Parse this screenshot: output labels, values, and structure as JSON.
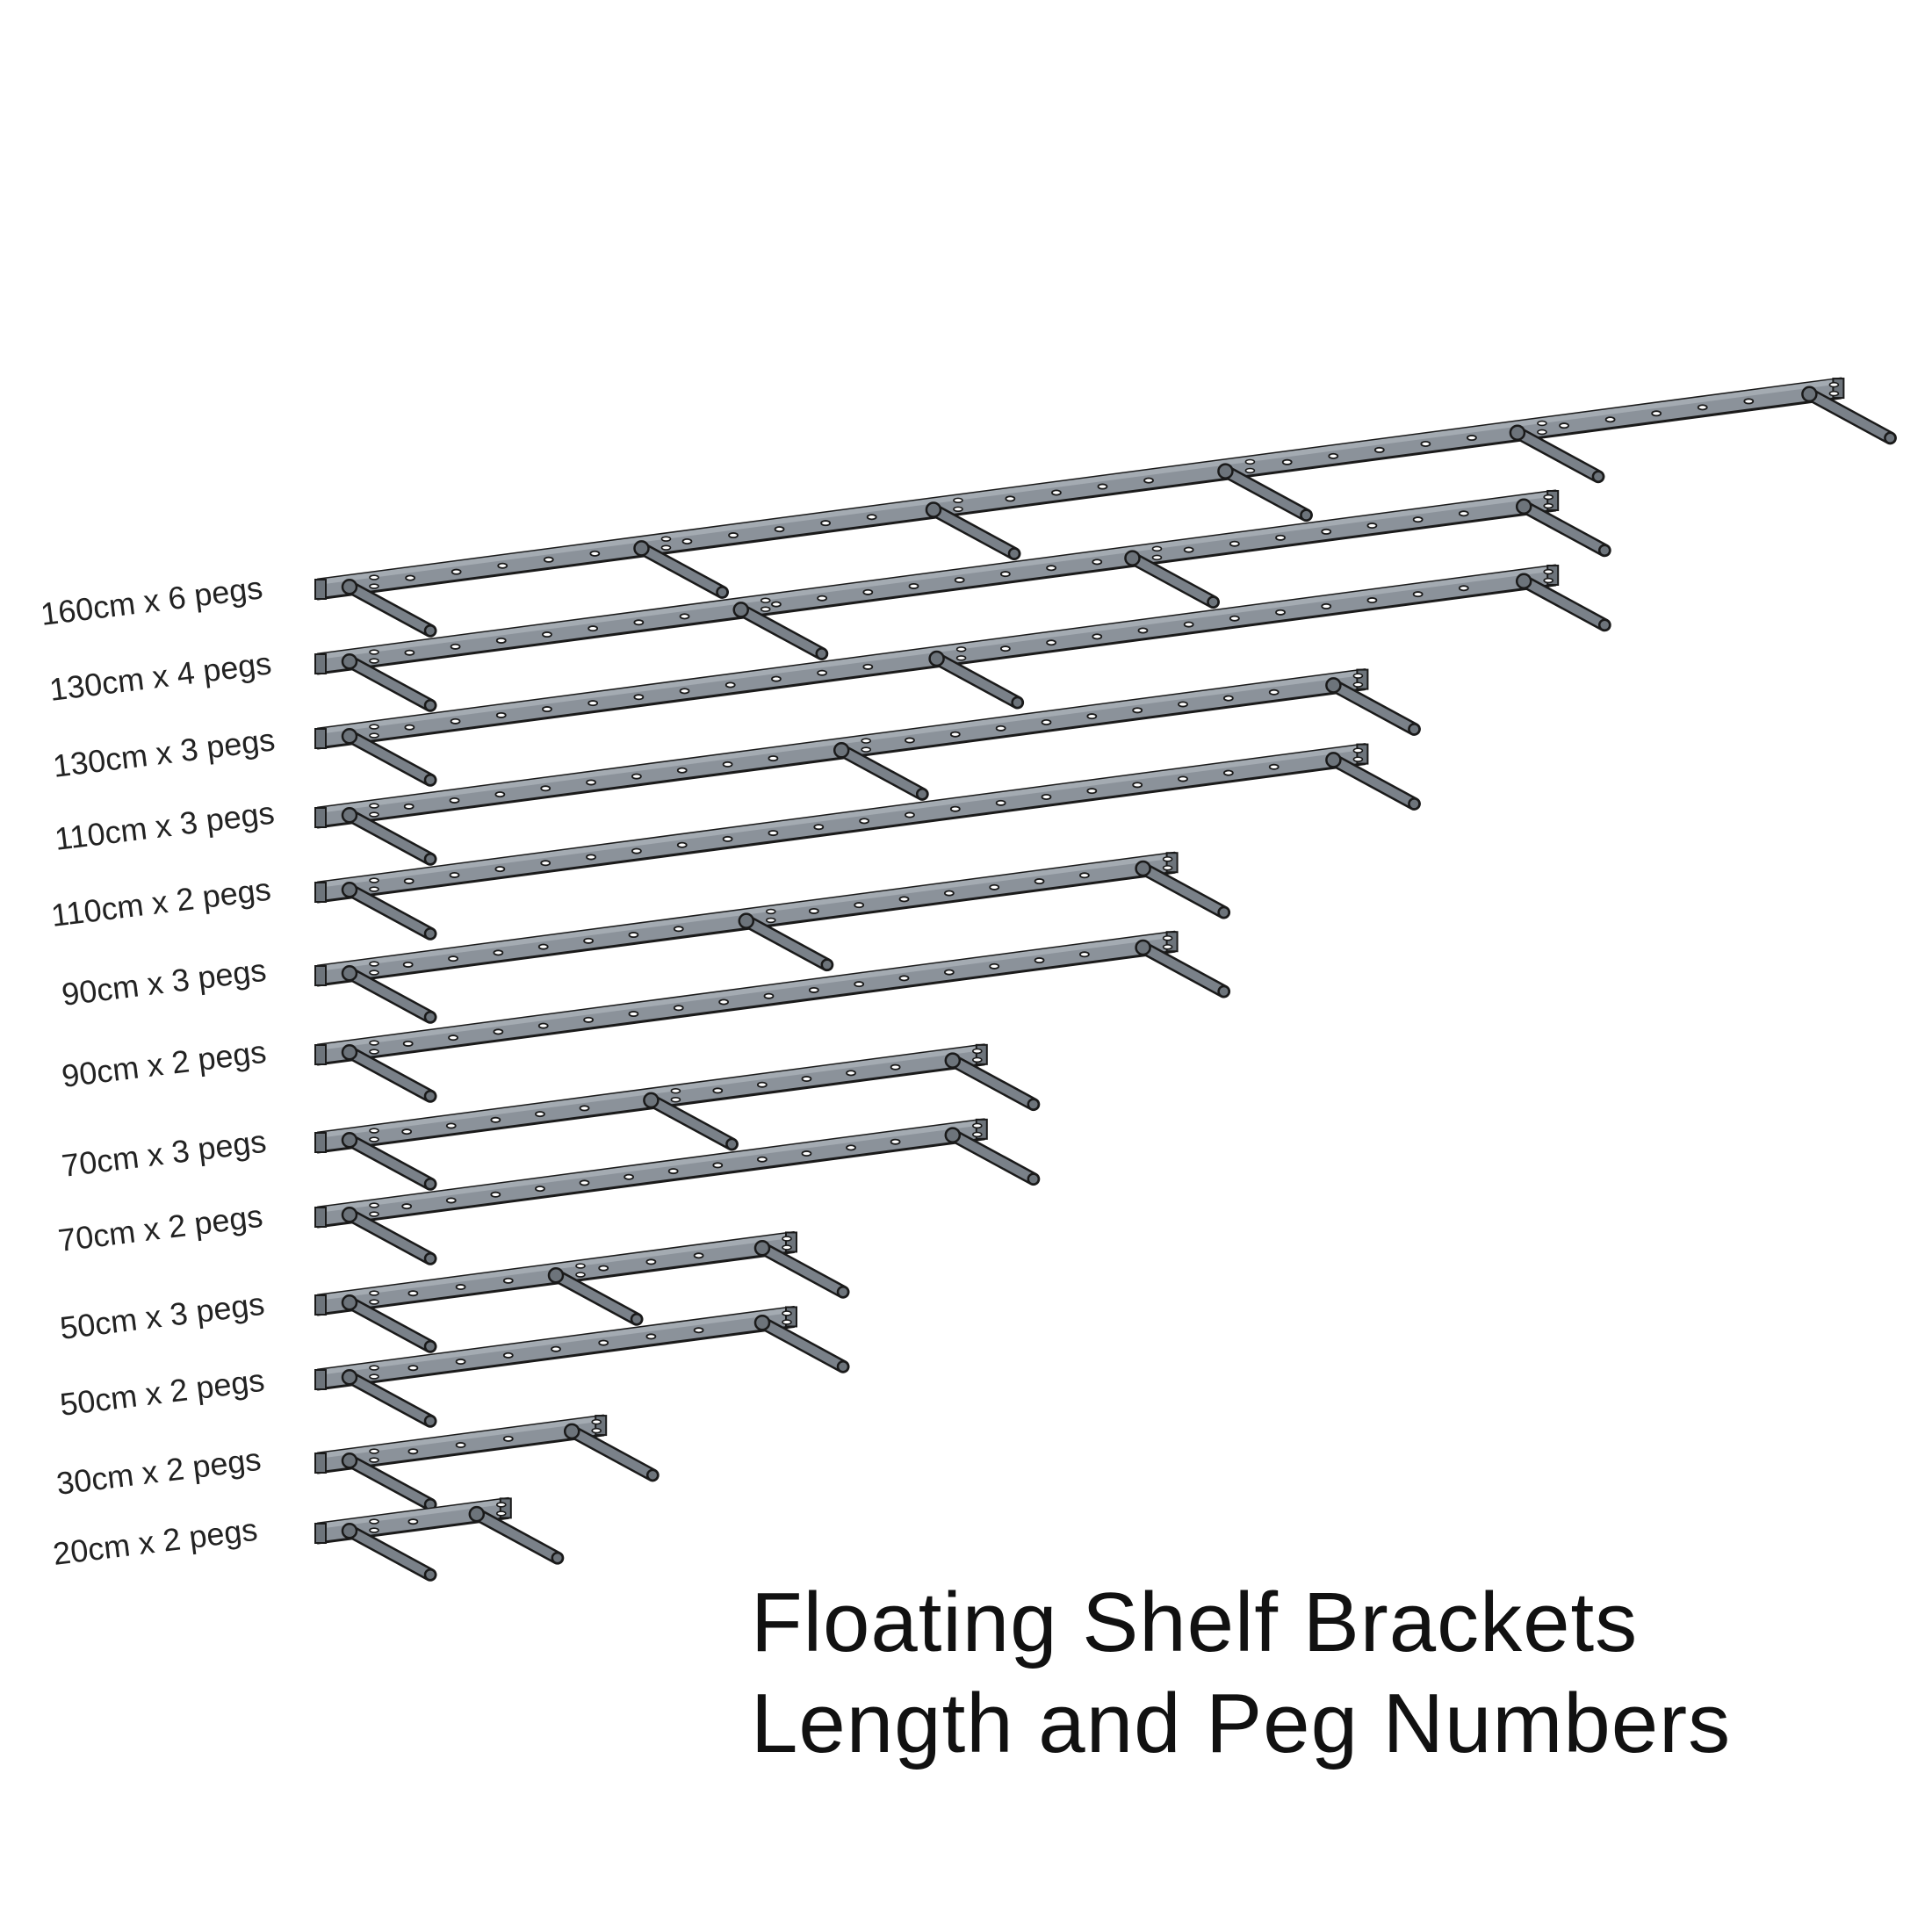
{
  "title": {
    "line1": "Floating Shelf Brackets",
    "line2": "Length and Peg Numbers"
  },
  "colors": {
    "bar": "#8b929a",
    "bar_top": "#a4abb2",
    "bar_end": "#6d747b",
    "outline": "#1a1a1a",
    "peg": "#7a8189",
    "hole": "#ffffff",
    "label": "#222222"
  },
  "brackets": [
    {
      "label": "160cm x 6 pegs",
      "length_cm": 160,
      "pegs": 6
    },
    {
      "label": "130cm x 4 pegs",
      "length_cm": 130,
      "pegs": 4
    },
    {
      "label": "130cm x 3 pegs",
      "length_cm": 130,
      "pegs": 3
    },
    {
      "label": "110cm x 3 pegs",
      "length_cm": 110,
      "pegs": 3
    },
    {
      "label": "110cm x 2 pegs",
      "length_cm": 110,
      "pegs": 2
    },
    {
      "label": "90cm x 3 pegs",
      "length_cm": 90,
      "pegs": 3
    },
    {
      "label": "90cm x 2 pegs",
      "length_cm": 90,
      "pegs": 2
    },
    {
      "label": "70cm x 3 pegs",
      "length_cm": 70,
      "pegs": 3
    },
    {
      "label": "70cm x 2 pegs",
      "length_cm": 70,
      "pegs": 2
    },
    {
      "label": "50cm x 3 pegs",
      "length_cm": 50,
      "pegs": 3
    },
    {
      "label": "50cm x 2 pegs",
      "length_cm": 50,
      "pegs": 2
    },
    {
      "label": "30cm x 2 pegs",
      "length_cm": 30,
      "pegs": 2
    },
    {
      "label": "20cm x 2 pegs",
      "length_cm": 20,
      "pegs": 2
    }
  ]
}
